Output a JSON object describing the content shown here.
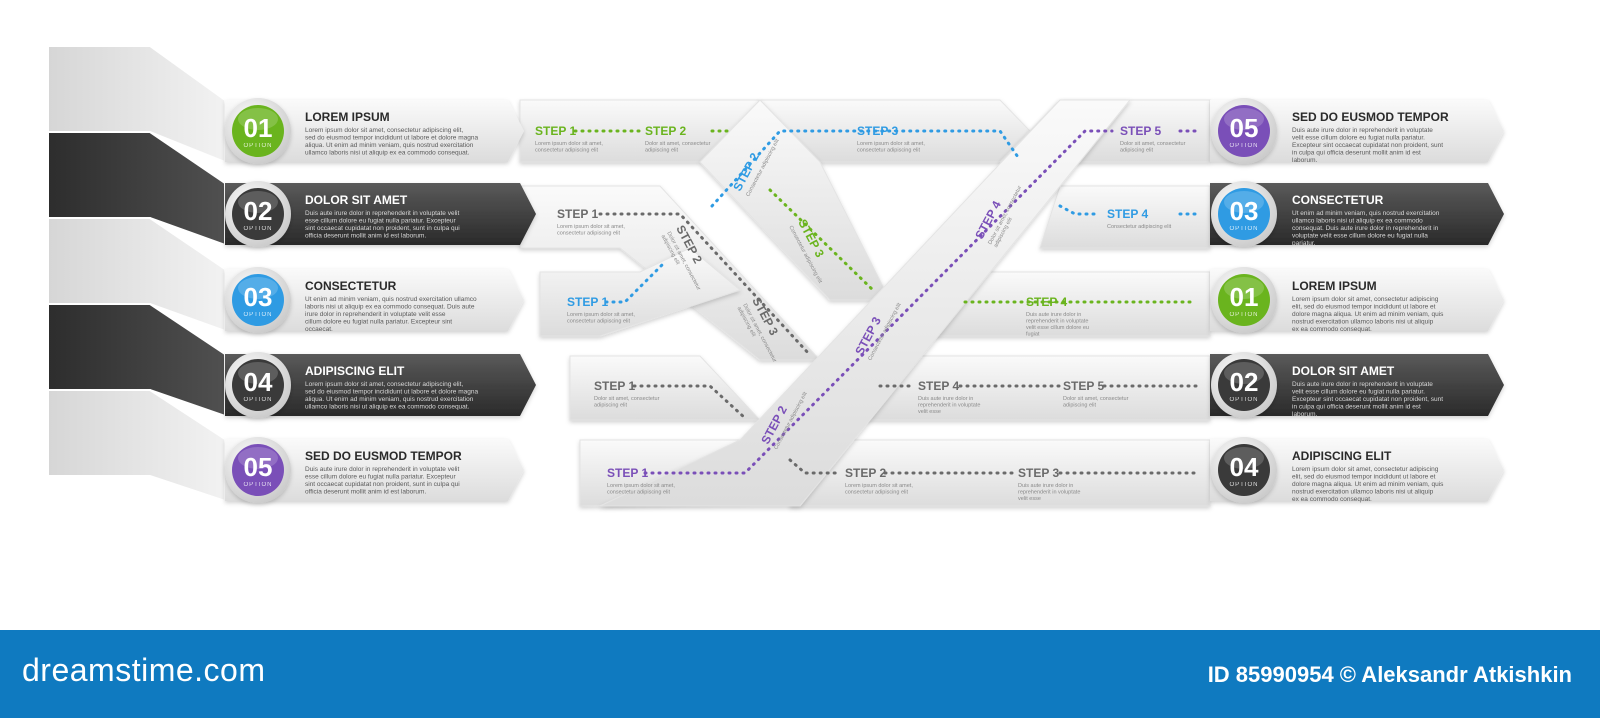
{
  "colors": {
    "green": "#6ab41e",
    "dark": "#3a3a3a",
    "blue": "#2f9be3",
    "purple": "#7a4fb8",
    "gray": "#6a6a6a",
    "footer": "#0f7ac0"
  },
  "left_items": [
    {
      "num": "01",
      "title": "LOREM IPSUM",
      "color": "green",
      "band": "light",
      "desc": "Lorem ipsum dolor sit amet, consectetur adipiscing elit, sed do eiusmod tempor incididunt ut labore et dolore magna aliqua. Ut enim ad minim veniam, quis nostrud exercitation ullamco laboris nisi ut aliquip ex ea commodo consequat."
    },
    {
      "num": "02",
      "title": "DOLOR SIT AMET",
      "color": "dark",
      "band": "dark",
      "desc": "Duis aute irure dolor in reprehenderit in voluptate velit esse cillum dolore eu fugiat nulla pariatur. Excepteur sint occaecat cupidatat non proident, sunt in culpa qui officia deserunt mollit anim id est laborum."
    },
    {
      "num": "03",
      "title": "CONSECTETUR",
      "color": "blue",
      "band": "light",
      "desc": "Ut enim ad minim veniam, quis nostrud exercitation ullamco laboris nisi ut aliquip ex ea commodo consequat. Duis aute irure dolor in reprehenderit in voluptate velit esse cillum dolore eu fugiat nulla pariatur. Excepteur sint occaecat."
    },
    {
      "num": "04",
      "title": "ADIPISCING ELIT",
      "color": "dark",
      "band": "dark",
      "desc": "Lorem ipsum dolor sit amet, consectetur adipiscing elit, sed do eiusmod tempor incididunt ut labore et dolore magna aliqua. Ut enim ad minim veniam, quis nostrud exercitation ullamco laboris nisi ut aliquip ex ea commodo consequat."
    },
    {
      "num": "05",
      "title": "SED DO EUSMOD TEMPOR",
      "color": "purple",
      "band": "light",
      "desc": "Duis aute irure dolor in reprehenderit in voluptate velit esse cillum dolore eu fugiat nulla pariatur. Excepteur sint occaecat cupidatat non proident, sunt in culpa qui officia deserunt mollit anim id est laborum."
    }
  ],
  "right_items": [
    {
      "num": "05",
      "title": "SED DO EUSMOD TEMPOR",
      "color": "purple",
      "band": "light",
      "desc": "Duis aute irure dolor in reprehenderit in voluptate velit esse cillum dolore eu fugiat nulla pariatur. Excepteur sint occaecat cupidatat non proident, sunt in culpa qui officia deserunt mollit anim id est laborum."
    },
    {
      "num": "03",
      "title": "CONSECTETUR",
      "color": "blue",
      "band": "dark",
      "desc": "Ut enim ad minim veniam, quis nostrud exercitation ullamco laboris nisi ut aliquip ex ea commodo consequat. Duis aute irure dolor in reprehenderit in voluptate velit esse cillum dolore eu fugiat nulla pariatur."
    },
    {
      "num": "01",
      "title": "LOREM IPSUM",
      "color": "green",
      "band": "light",
      "desc": "Lorem ipsum dolor sit amet, consectetur adipiscing elit, sed do eiusmod tempor incididunt ut labore et dolore magna aliqua. Ut enim ad minim veniam, quis nostrud exercitation ullamco laboris nisi ut aliquip ex ea commodo consequat."
    },
    {
      "num": "02",
      "title": "DOLOR SIT AMET",
      "color": "dark",
      "band": "dark",
      "desc": "Duis aute irure dolor in reprehenderit in voluptate velit esse cillum dolore eu fugiat nulla pariatur. Excepteur sint occaecat cupidatat non proident, sunt in culpa qui officia deserunt mollit anim id est laborum."
    },
    {
      "num": "04",
      "title": "ADIPISCING ELIT",
      "color": "dark",
      "band": "light",
      "desc": "Lorem ipsum dolor sit amet, consectetur adipiscing elit, sed do eiusmod tempor incididunt ut labore et dolore magna aliqua. Ut enim ad minim veniam, quis nostrud exercitation ullamco laboris nisi ut aliquip ex ea commodo consequat."
    }
  ],
  "option_label": "OPTION",
  "steps": [
    {
      "label": "STEP 1",
      "color": "green",
      "text": "Lorem ipsum dolor sit amet, consectetur adipiscing elit"
    },
    {
      "label": "STEP 2",
      "color": "green",
      "text": "Dolor sit amet, consectetur adipiscing elit"
    },
    {
      "label": "STEP 3",
      "color": "blue",
      "text": "Lorem ipsum dolor sit amet, consectetur adipiscing elit"
    },
    {
      "label": "STEP 5",
      "color": "purple",
      "text": "Dolor sit amet, consectetur adipiscing elit"
    },
    {
      "label": "STEP 2",
      "color": "blue",
      "text": "Consectetur adipiscing elit"
    },
    {
      "label": "STEP 1",
      "color": "gray",
      "text": "Lorem ipsum dolor sit amet, consectetur adipiscing elit"
    },
    {
      "label": "STEP 3",
      "color": "green",
      "text": "Consectetur adipiscing elit"
    },
    {
      "label": "STEP 4",
      "color": "purple",
      "text": "Dolor sit amet, consectetur adipiscing elit"
    },
    {
      "label": "STEP 4",
      "color": "blue",
      "text": "Consectetur adipiscing elit"
    },
    {
      "label": "STEP 2",
      "color": "gray",
      "text": "Dolor sit amet, consectetur adipiscing elit"
    },
    {
      "label": "STEP 1",
      "color": "blue",
      "text": "Lorem ipsum dolor sit amet, consectetur adipiscing elit"
    },
    {
      "label": "STEP 3",
      "color": "gray",
      "text": "Dolor sit amet, consectetur adipiscing elit"
    },
    {
      "label": "STEP 4",
      "color": "green",
      "text": "Duis aute irure dolor in reprehenderit in voluptate velit esse cillum dolore eu fugiat"
    },
    {
      "label": "STEP 3",
      "color": "purple",
      "text": "Consectetur adipiscing elit"
    },
    {
      "label": "STEP 1",
      "color": "gray",
      "text": "Dolor sit amet, consectetur adipiscing elit"
    },
    {
      "label": "STEP 4",
      "color": "gray",
      "text": "Duis aute irure dolor in reprehenderit in voluptate velit esse"
    },
    {
      "label": "STEP 5",
      "color": "gray",
      "text": "Dolor sit amet, consectetur adipiscing elit"
    },
    {
      "label": "STEP 2",
      "color": "purple",
      "text": "Consectetur adipiscing elit"
    },
    {
      "label": "STEP 1",
      "color": "purple",
      "text": "Lorem ipsum dolor sit amet, consectetur adipiscing elit"
    },
    {
      "label": "STEP 2",
      "color": "gray",
      "text": "Lorem ipsum dolor sit amet, consectetur adipiscing elit"
    },
    {
      "label": "STEP 3",
      "color": "gray",
      "text": "Duis aute irure dolor in reprehenderit in voluptate velit esse"
    }
  ],
  "footer": {
    "brand": "dreamstime.com",
    "credit": "ID 85990954 © Aleksandr Atkishkin"
  }
}
